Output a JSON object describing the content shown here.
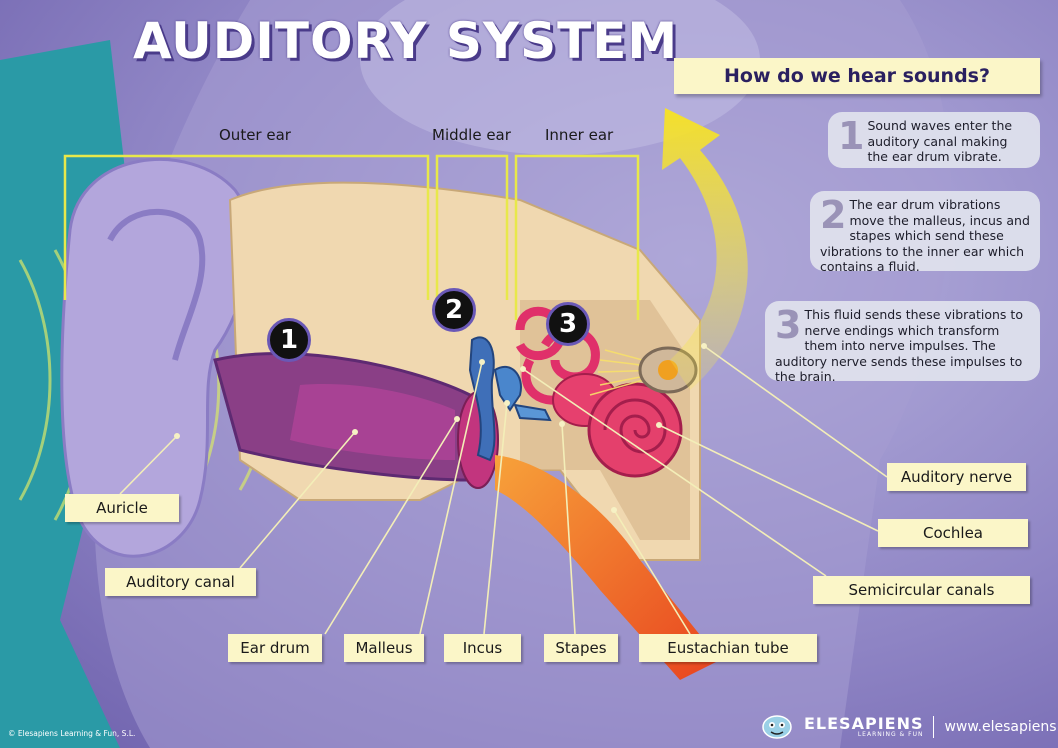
{
  "title": "AUDITORY SYSTEM",
  "banner": "How do we hear sounds?",
  "sections": {
    "outer": "Outer ear",
    "middle": "Middle ear",
    "inner": "Inner ear"
  },
  "steps": [
    {
      "num": "1",
      "text": "Sound waves enter the auditory canal making the ear drum vibrate."
    },
    {
      "num": "2",
      "text": "The ear drum vibrations move the malleus, incus and stapes which send these  vibrations to the inner ear which contains  a fluid."
    },
    {
      "num": "3",
      "text": "This fluid sends these vibrations to nerve endings which transform them into nerve impulses. The  auditory nerve sends these impulses to the brain."
    }
  ],
  "badges": [
    "1",
    "2",
    "3"
  ],
  "labels": {
    "auricle": "Auricle",
    "auditory_canal": "Auditory canal",
    "ear_drum": "Ear drum",
    "malleus": "Malleus",
    "incus": "Incus",
    "stapes": "Stapes",
    "eustachian_tube": "Eustachian tube",
    "auditory_nerve": "Auditory nerve",
    "cochlea": "Cochlea",
    "semicircular_canals": "Semicircular canals"
  },
  "footer": {
    "copyright": "© Elesapiens Learning & Fun, S.L.",
    "brand": "ELESAPIENS",
    "tagline": "LEARNING & FUN",
    "url": "www.elesapiens.com",
    "logo_icon": "mascot-icon"
  },
  "colors": {
    "background": "#8a7fc0",
    "teal": "#2a9aa6",
    "label_bg": "#fbf6c8",
    "bracket": "#e8e84a",
    "arrow": "#f4e02a"
  }
}
